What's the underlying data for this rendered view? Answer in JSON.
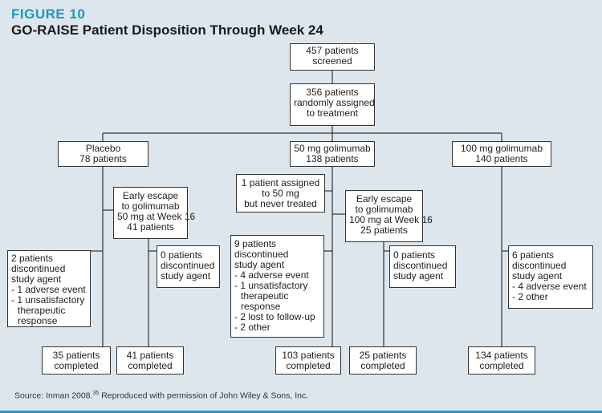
{
  "figure": {
    "label": "FIGURE 10",
    "title": "GO-RAISE Patient Disposition Through Week 24"
  },
  "boxes": {
    "screened": [
      "457 patients",
      "screened"
    ],
    "randomized": [
      "356 patients",
      "randomly assigned",
      "to treatment"
    ],
    "placebo": [
      "Placebo",
      "78 patients"
    ],
    "golimumab50": [
      "50 mg golimumab",
      "138 patients"
    ],
    "golimumab100": [
      "100 mg golimumab",
      "140 patients"
    ],
    "escape_placebo": [
      "Early escape",
      "to golimumab",
      "50 mg at Week 16",
      "41 patients"
    ],
    "never_treated": [
      "1 patient assigned",
      "to 50 mg",
      "but never treated"
    ],
    "escape_50": [
      "Early escape",
      "to golimumab",
      "100 mg at Week 16",
      "25 patients"
    ],
    "disc_placebo": [
      "2 patients",
      "discontinued",
      "study agent",
      "- 1 adverse event",
      "- 1 unsatisfactory",
      "  therapeutic",
      "  response"
    ],
    "disc_escape_placebo": [
      "0 patients",
      "discontinued",
      "study agent"
    ],
    "disc_50": [
      "9 patients",
      "discontinued",
      "study agent",
      "- 4 adverse event",
      "- 1 unsatisfactory",
      "  therapeutic",
      "  response",
      "- 2 lost to follow-up",
      "- 2 other"
    ],
    "disc_escape_50": [
      "0 patients",
      "discontinued",
      "study agent"
    ],
    "disc_100": [
      "6 patients",
      "discontinued",
      "study agent",
      "- 4 adverse event",
      "- 2 other"
    ],
    "comp_placebo": [
      "35 patients",
      "completed"
    ],
    "comp_escape_placebo": [
      "41 patients",
      "completed"
    ],
    "comp_50": [
      "103 patients",
      "completed"
    ],
    "comp_escape_50": [
      "25 patients",
      "completed"
    ],
    "comp_100": [
      "134 patients",
      "completed"
    ]
  },
  "source": {
    "prefix": "Source: Inman 2008.",
    "ref": "35",
    "suffix": " Reproduced with permission of John Wiley & Sons, Inc."
  },
  "colors": {
    "accent": "#1f95c4",
    "background": "#dde6ec"
  }
}
